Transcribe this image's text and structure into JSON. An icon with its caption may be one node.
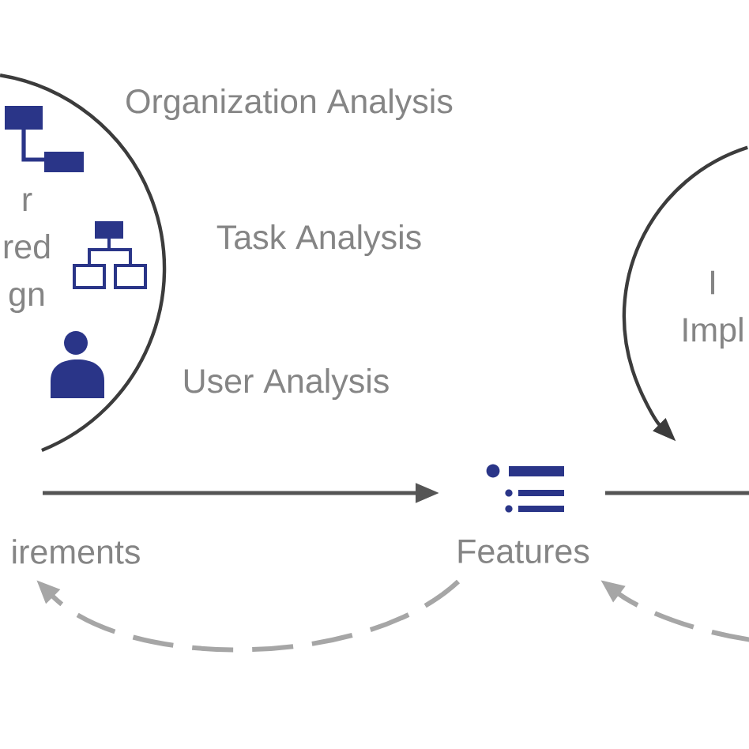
{
  "diagram": {
    "nodes": [
      {
        "text": [
          "r red gn"
        ]
      },
      {
        "text": [
          "irements"
        ]
      },
      {
        "text": [
          "Features"
        ]
      }
    ],
    "edges": [
      {
        "from": 1,
        "to": 2,
        "arrow": "to"
      },
      {
        "from": 2,
        "to": null,
        "arrow": "none"
      },
      {
        "from": 2,
        "to": 1,
        "arrow": "to",
        "style": "dashed",
        "color": "#a6a6a6"
      },
      {
        "from": null,
        "to": 2,
        "arrow": "to",
        "style": "dashed",
        "color": "#a6a6a6"
      }
    ],
    "labels": [
      "Organization Analysis",
      "Task Analysis",
      "User Analysis",
      "I Impl"
    ]
  }
}
